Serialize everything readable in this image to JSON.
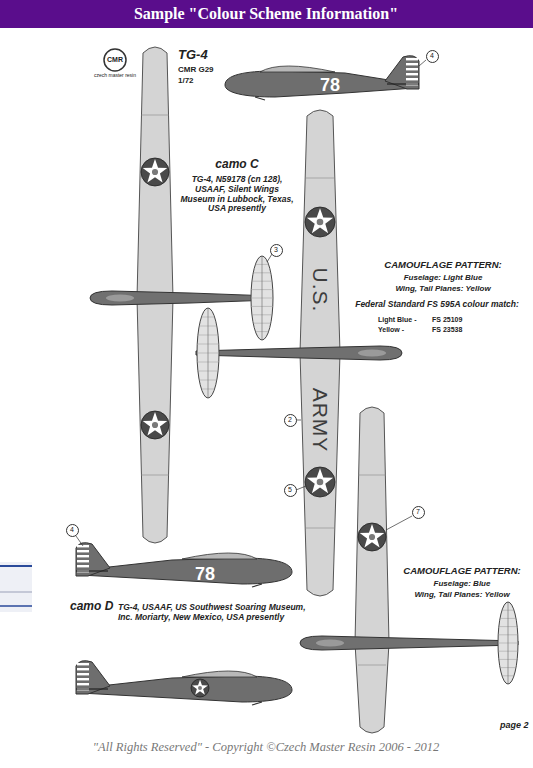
{
  "diagram": {
    "title": "Sample \"Colour Scheme Information\"",
    "nodes": [
      {
        "text": [
          "4"
        ]
      },
      {
        "text": [
          "3"
        ]
      },
      {
        "text": [
          "2"
        ]
      },
      {
        "text": [
          "5"
        ]
      },
      {
        "text": [
          "4"
        ]
      },
      {
        "text": [
          "7"
        ]
      }
    ],
    "labels": [
      "TG-4",
      "CMR G29",
      "1/72",
      "CMR",
      "czech master resin",
      "78",
      "camo C",
      "TG-4, N59178 (cn 128), USAAF, Silent Wings Museum in Lubbock, Texas, USA presently",
      "U.S.",
      "ARMY",
      "CAMOUFLAGE PATTERN:",
      "Fuselage: Light Blue",
      "Wing, Tail Planes: Yellow",
      "Federal Standard FS 595A colour match:",
      "Light Blue -",
      "FS 25109",
      "Yellow -",
      "FS 23538",
      "78",
      "camo D",
      "TG-4, USAAF, US Southwest Soaring Museum, Inc. Moriarty, New Mexico, USA presently",
      "CAMOUFLAGE PATTERN:",
      "Fuselage: Blue",
      "Wing, Tail Planes: Yellow",
      "page 2",
      "\"All Rights Reserved\" - Copyright ©Czech Master Resin 2006 - 2012"
    ]
  }
}
